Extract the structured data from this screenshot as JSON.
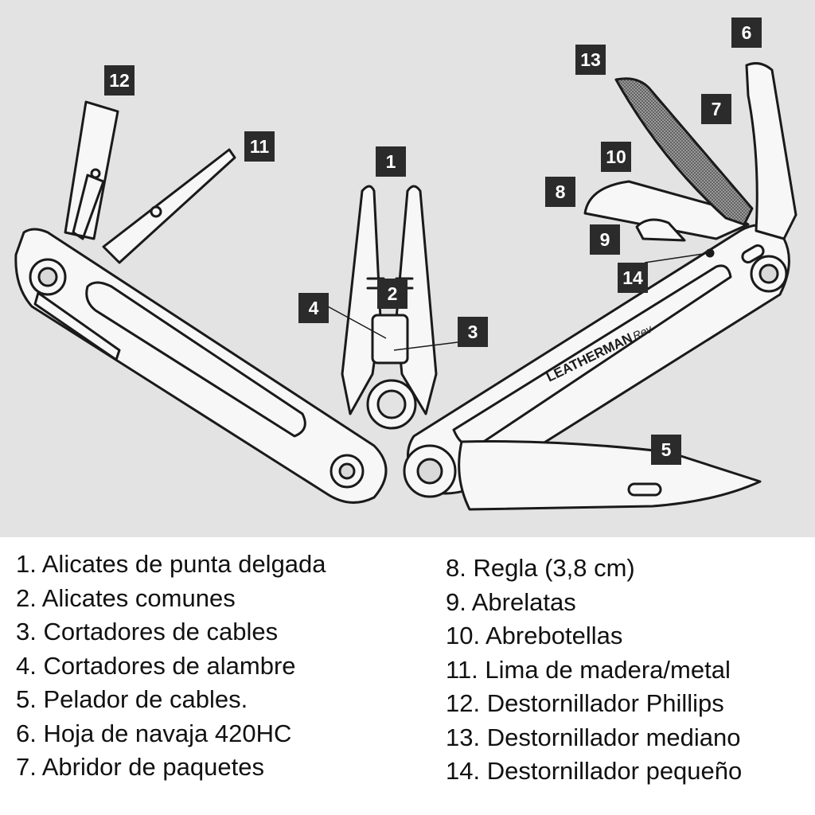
{
  "diagram": {
    "brand_text": "LEATHERMAN",
    "model_text": "Rev",
    "colors": {
      "background": "#e3e3e3",
      "outline": "#1a1a1a",
      "badge": "#2b2b2b",
      "badge_text": "#ffffff"
    },
    "callouts": [
      "1",
      "2",
      "3",
      "4",
      "5",
      "6",
      "7",
      "8",
      "9",
      "10",
      "11",
      "12",
      "13",
      "14"
    ]
  },
  "legend": {
    "left": [
      "1. Alicates de punta delgada",
      "2. Alicates comunes",
      "3. Cortadores de cables",
      "4. Cortadores de alambre",
      "5. Pelador de cables.",
      "6. Hoja de navaja 420HC",
      "7. Abridor de paquetes"
    ],
    "right": [
      "8. Regla (3,8 cm)",
      "9. Abrelatas",
      "10. Abrebotellas",
      "11. Lima de madera/metal",
      "12. Destornillador Phillips",
      "13. Destornillador mediano",
      "14. Destornillador pequeño"
    ]
  }
}
